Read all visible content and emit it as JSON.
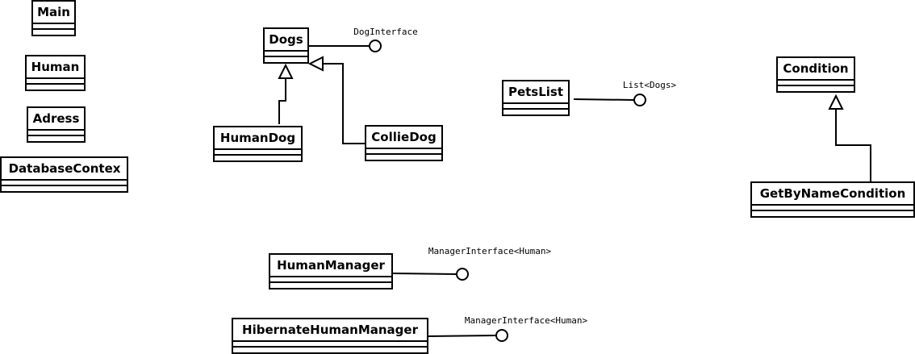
{
  "classes": [
    {
      "id": "main",
      "name": "Main"
    },
    {
      "id": "human",
      "name": "Human"
    },
    {
      "id": "adress",
      "name": "Adress"
    },
    {
      "id": "dbcontex",
      "name": "DatabaseContex"
    },
    {
      "id": "dogs",
      "name": "Dogs"
    },
    {
      "id": "humandog",
      "name": "HumanDog"
    },
    {
      "id": "colliedog",
      "name": "CollieDog"
    },
    {
      "id": "petslist",
      "name": "PetsList"
    },
    {
      "id": "condition",
      "name": "Condition"
    },
    {
      "id": "getbyname",
      "name": "GetByNameCondition"
    },
    {
      "id": "humanmanager",
      "name": "HumanManager"
    },
    {
      "id": "hibernate",
      "name": "HibernateHumanManager"
    }
  ],
  "interfaces": [
    {
      "id": "doginterface",
      "name": "DogInterface",
      "implemented_by": "Dogs"
    },
    {
      "id": "listdogs",
      "name": "List<Dogs>",
      "implemented_by": "PetsList"
    },
    {
      "id": "mgr1",
      "name": "ManagerInterface<Human>",
      "implemented_by": "HumanManager"
    },
    {
      "id": "mgr2",
      "name": "ManagerInterface<Human>",
      "implemented_by": "HibernateHumanManager"
    }
  ],
  "generalizations": [
    {
      "child": "HumanDog",
      "parent": "Dogs"
    },
    {
      "child": "CollieDog",
      "parent": "Dogs"
    },
    {
      "child": "GetByNameCondition",
      "parent": "Condition"
    }
  ]
}
